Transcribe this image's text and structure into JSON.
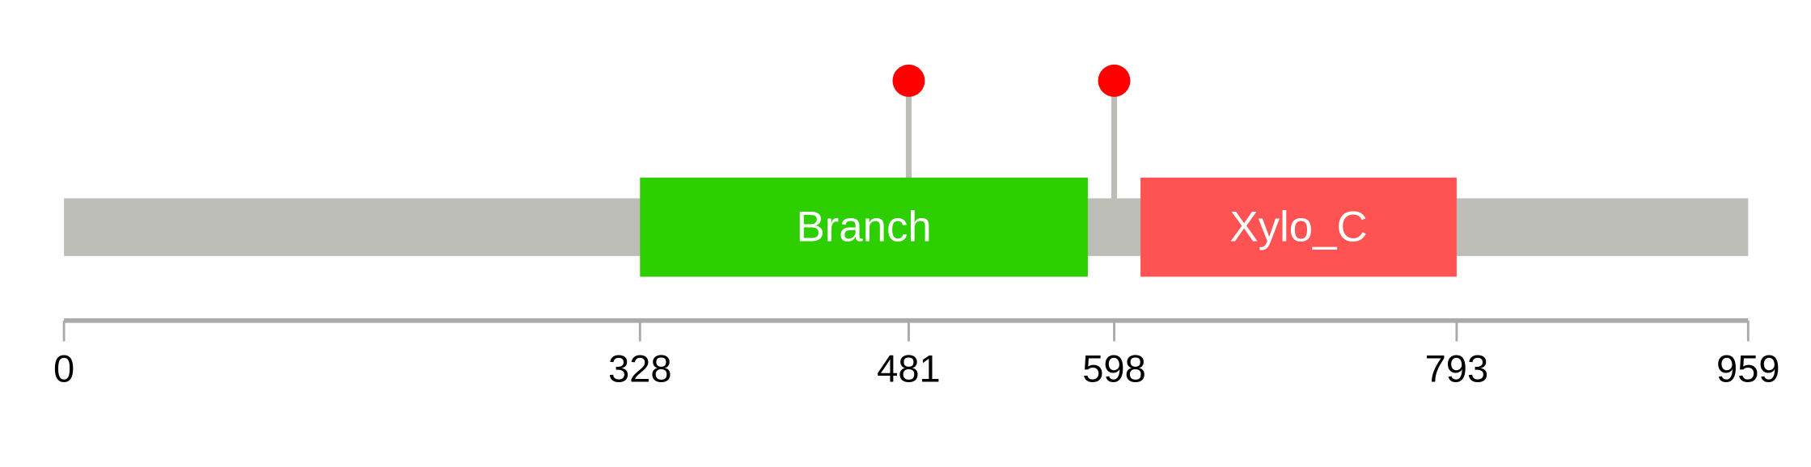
{
  "chart_data": {
    "type": "protein-domain-lollipop",
    "protein_length": 959,
    "backbone_color": "#bbbdb6",
    "domains": [
      {
        "name": "Branch",
        "start": 328,
        "end": 583,
        "color": "#2ecf00"
      },
      {
        "name": "Xylo_C",
        "start": 613,
        "end": 793,
        "color": "#ff5353"
      }
    ],
    "mutations": [
      {
        "position": 481,
        "color": "#ff0000"
      },
      {
        "position": 598,
        "color": "#ff0000"
      }
    ],
    "axis_ticks": [
      "0",
      "328",
      "481",
      "598",
      "793",
      "959"
    ],
    "axis_tick_values": [
      0,
      328,
      481,
      598,
      793,
      959
    ]
  }
}
